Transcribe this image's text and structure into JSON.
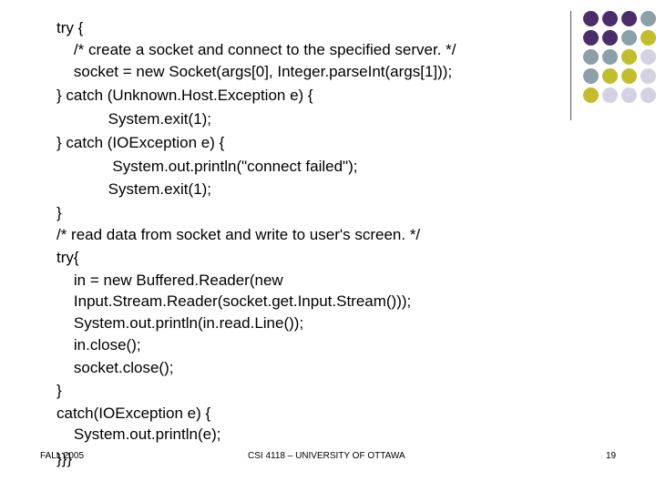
{
  "code_lines": [
    "try {",
    "    /* create a socket and connect to the specified server. */",
    "    socket = new Socket(args[0], Integer.parseInt(args[1]));",
    "} catch (Unknown.Host.Exception e) {",
    "            System.exit(1);",
    "} catch (IOException e) {",
    "             System.out.println(\"connect failed\");",
    "            System.exit(1);",
    "}",
    "/* read data from socket and write to user's screen. */",
    "try{",
    "    in = new Buffered.Reader(new",
    "    Input.Stream.Reader(socket.get.Input.Stream()));",
    "    System.out.println(in.read.Line());",
    "    in.close();",
    "    socket.close();",
    "}",
    "catch(IOException e) {",
    "    System.out.println(e);",
    "}}}"
  ],
  "footer": {
    "left": "FALL 2005",
    "center": "CSI 4118 – UNIVERSITY OF OTTAWA",
    "page_number": "19"
  },
  "decor_colors": {
    "purple": "#4b2d6b",
    "slate": "#8ca0a8",
    "olive": "#c2be2b",
    "lavender": "#d4d2e2"
  },
  "dot_grid": [
    [
      "purple",
      "purple",
      "purple",
      "slate"
    ],
    [
      "purple",
      "purple",
      "slate",
      "olive"
    ],
    [
      "slate",
      "slate",
      "olive",
      "lavender"
    ],
    [
      "slate",
      "olive",
      "olive",
      "lavender"
    ],
    [
      "olive",
      "lavender",
      "lavender",
      "lavender"
    ]
  ]
}
